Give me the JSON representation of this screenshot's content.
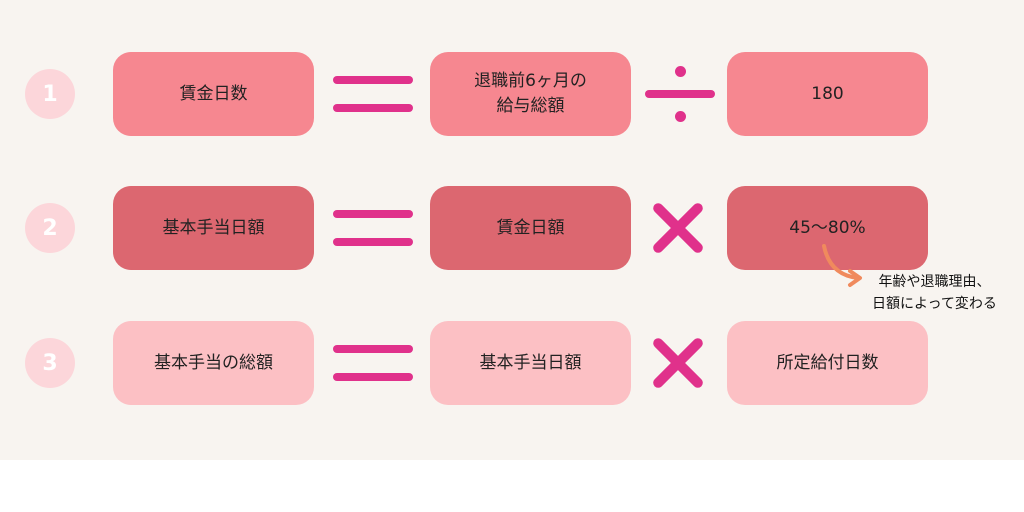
{
  "rows": [
    {
      "number": "1",
      "left": "賃金日数",
      "middle": "退職前6ヶ月の\n給与総額",
      "operator": "divide",
      "right": "180"
    },
    {
      "number": "2",
      "left": "基本手当日額",
      "middle": "賃金日額",
      "operator": "multiply",
      "right": "45～80%"
    },
    {
      "number": "3",
      "left": "基本手当の総額",
      "middle": "基本手当日額",
      "operator": "multiply",
      "right": "所定給付日数"
    }
  ],
  "note": "年齢や退職理由、\n日額によって変わる",
  "colors": {
    "background": "#f8f4f0",
    "row1_box": "#f68790",
    "row2_box": "#dc6770",
    "row3_box": "#fcc0c4",
    "number_circle": "#fcd6da",
    "operator": "#e0318b",
    "arrow": "#f08a5d"
  },
  "icons": {
    "equals": "equals-icon",
    "divide": "divide-icon",
    "multiply": "multiply-icon",
    "arrow": "curved-arrow-icon"
  }
}
